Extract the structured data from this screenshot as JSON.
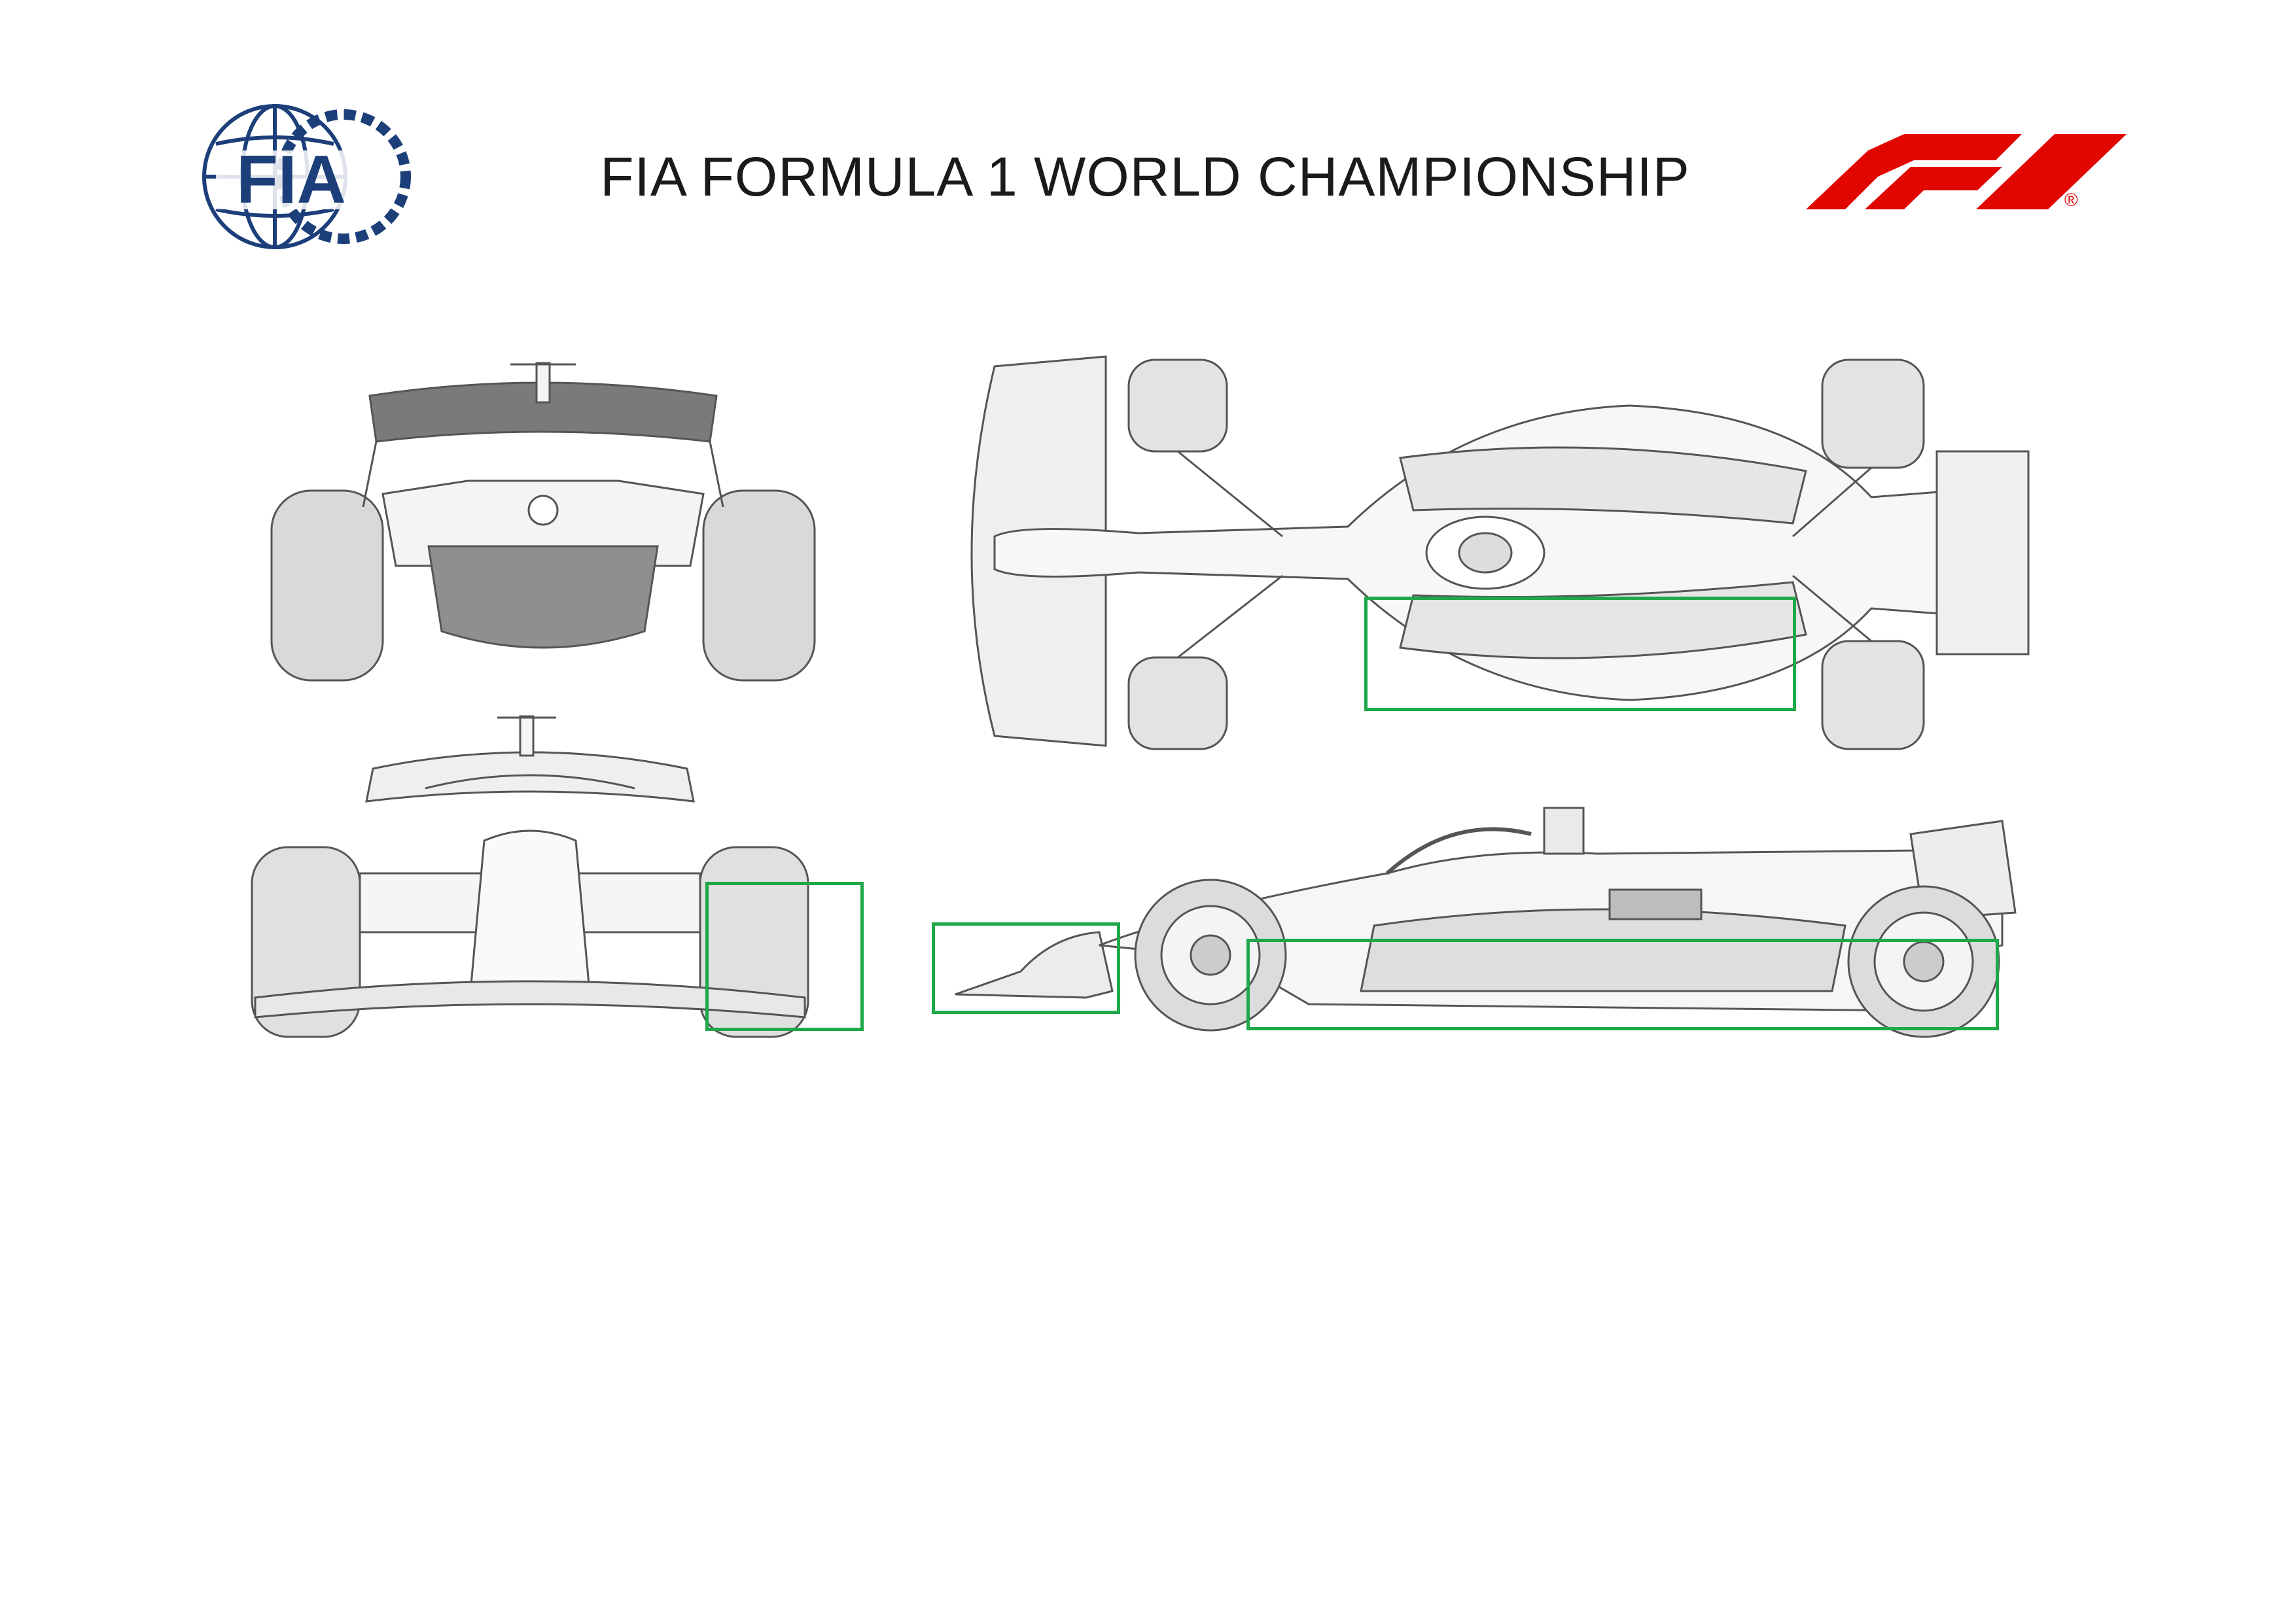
{
  "header": {
    "title": "FIA FORMULA 1 WORLD CHAMPIONSHIP",
    "fia_logo_text": "FIA",
    "f1_logo_text": "F1",
    "registered_mark": "®"
  },
  "colors": {
    "fia_blue": "#1c3f7a",
    "f1_red": "#e10600",
    "highlight_green": "#1fa84a",
    "line_grey": "#555555",
    "shade_grey": "#9a9a9a"
  },
  "views": [
    {
      "id": "rear-view",
      "highlighted": false
    },
    {
      "id": "top-view",
      "highlighted": true
    },
    {
      "id": "front-view",
      "highlighted": true
    },
    {
      "id": "side-view",
      "highlighted": true
    }
  ]
}
